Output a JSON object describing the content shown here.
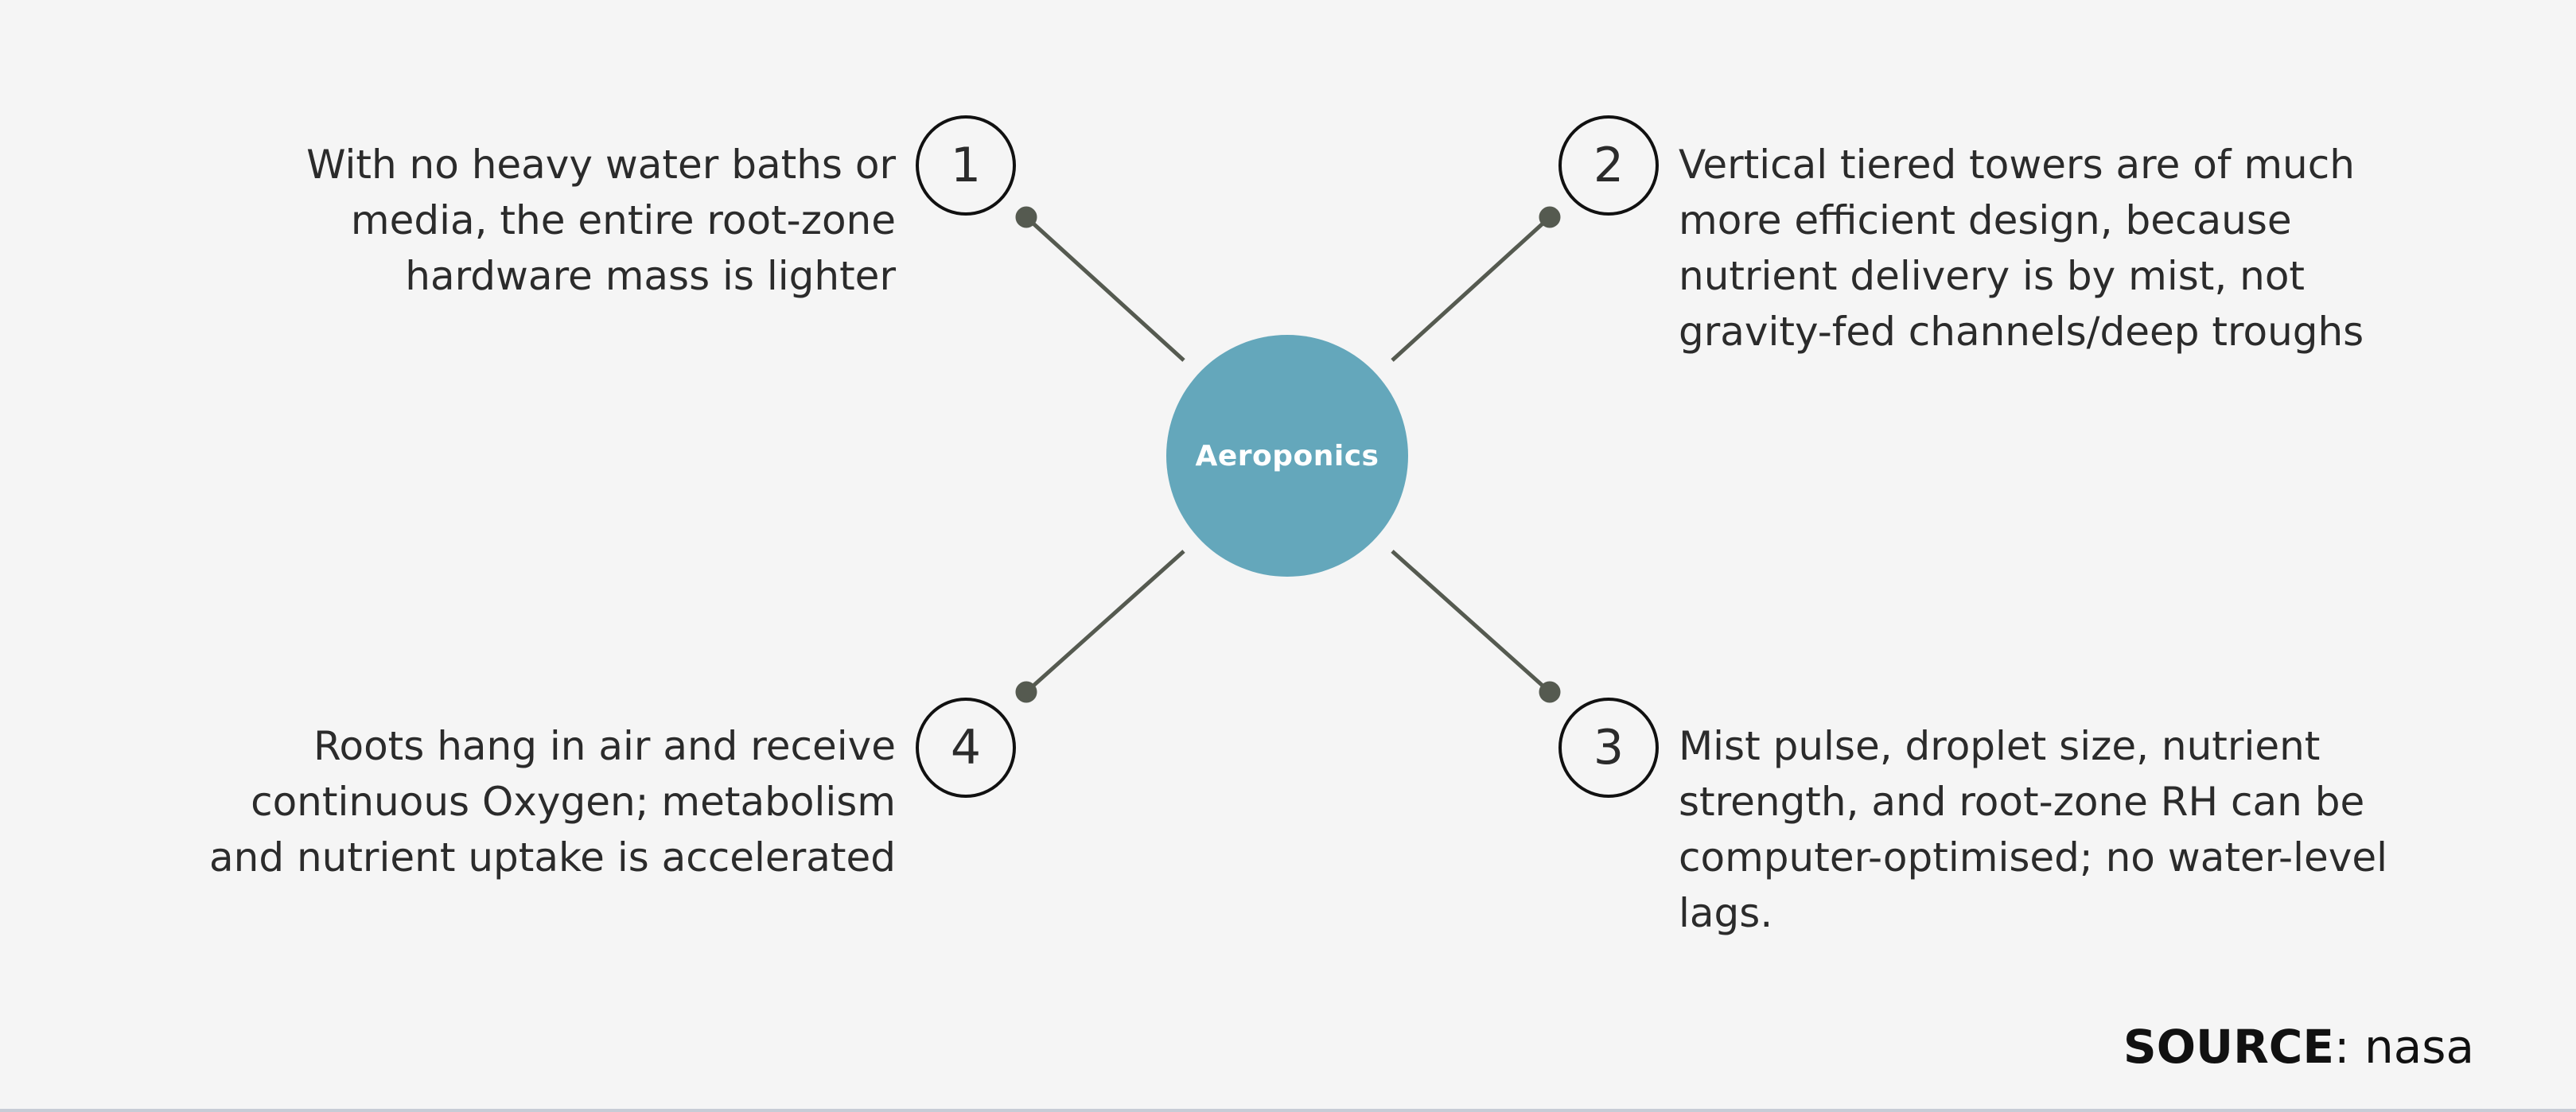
{
  "diagram": {
    "hub_label": "Aeroponics",
    "hub_color": "#64a7bb",
    "connector_color": "#555a50",
    "points": [
      {
        "number": "1",
        "lines": [
          "With no heavy water baths or",
          "media, the entire root-zone",
          "hardware mass is lighter"
        ]
      },
      {
        "number": "2",
        "lines": [
          "Vertical tiered towers are of much",
          "more efficient design, because",
          "nutrient delivery is by mist, not",
          "gravity-fed channels/deep troughs"
        ]
      },
      {
        "number": "3",
        "lines": [
          "Mist pulse, droplet size, nutrient",
          "strength, and root-zone RH can be",
          "computer-optimised; no water-level",
          "lags."
        ]
      },
      {
        "number": "4",
        "lines": [
          "Roots hang in air and receive",
          "continuous Oxygen; metabolism",
          "and nutrient uptake is accelerated"
        ]
      }
    ]
  },
  "source": {
    "label": "SOURCE",
    "separator": ": ",
    "value": "nasa"
  }
}
